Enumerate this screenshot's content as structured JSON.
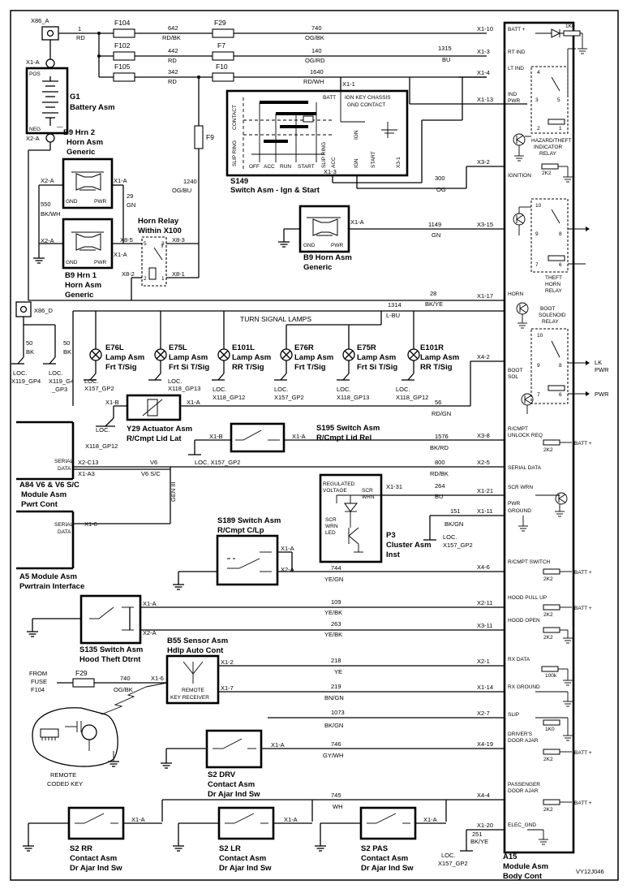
{
  "frame": {
    "code": "VY12J046"
  },
  "battery": {
    "connector": "X86_A",
    "pin_pos": "X1-A",
    "pin_neg": "X2-A",
    "pos": "POS",
    "neg": "NEG",
    "ref": "G1",
    "name": "Battery Asm"
  },
  "fuses": {
    "f104": "F104",
    "f102": "F102",
    "f105": "F105",
    "f29": "F29",
    "f7": "F7",
    "f10": "F10",
    "f9": "F9"
  },
  "wires": [
    {
      "num": "1",
      "color": "RD"
    },
    {
      "num": "642",
      "color": "RD/BK"
    },
    {
      "num": "740",
      "color": "OG/BK"
    },
    {
      "num": "442",
      "color": "RD"
    },
    {
      "num": "140",
      "color": "OG/RD"
    },
    {
      "num": "342",
      "color": "RD"
    },
    {
      "num": "1640",
      "color": "RD/WH"
    },
    {
      "num": "1315",
      "color": "BU"
    },
    {
      "num": "1240",
      "color": "OG/BU"
    },
    {
      "num": "29",
      "color": "GN"
    },
    {
      "num": "550",
      "color": "BK/WH"
    },
    {
      "num": "300",
      "color": "OG"
    },
    {
      "num": "1149",
      "color": "GN"
    },
    {
      "num": "28",
      "color": "BK/YE"
    },
    {
      "num": "1314",
      "color": "L-BU"
    },
    {
      "num": "56",
      "color": "RD/GN"
    },
    {
      "num": "1576",
      "color": "BK/RD"
    },
    {
      "num": "800",
      "color": "RD/BK"
    },
    {
      "num": "264",
      "color": "BU"
    },
    {
      "num": "151",
      "color": "BK/GN"
    },
    {
      "num": "744",
      "color": "YE/GN"
    },
    {
      "num": "109",
      "color": "YE/BK"
    },
    {
      "num": "263",
      "color": "YE/BK"
    },
    {
      "num": "218",
      "color": "YE"
    },
    {
      "num": "219",
      "color": "BN/GN"
    },
    {
      "num": "1073",
      "color": "BK/GN"
    },
    {
      "num": "746",
      "color": "GY/WH"
    },
    {
      "num": "745",
      "color": "WH"
    },
    {
      "num": "251",
      "color": "BK/YE"
    },
    {
      "num": "50",
      "color": "BK"
    }
  ],
  "horn2": {
    "ref": "B9 Hrn 2",
    "name": "Horn Asm",
    "sub": "Generic",
    "gnd": "GND",
    "pwr": "PWR",
    "pin_a": "X1-A",
    "pin_b": "X2-A"
  },
  "horn1": {
    "ref": "B9 Hrn 1",
    "name": "Horn Asm",
    "sub": "Generic",
    "gnd": "GND",
    "pwr": "PWR",
    "pin_a": "X1-A",
    "pin_b": "X2-A"
  },
  "horn3": {
    "ref": "B9 Horn Asm",
    "sub": "Generic",
    "gnd": "GND",
    "pwr": "PWR",
    "pin": "X1-A"
  },
  "horn_relay": {
    "title": "Horn Relay",
    "sub": "Within X100",
    "p85": "X8-5",
    "p83": "X8-3",
    "p81": "X8-1",
    "p82": "X8-2",
    "n5": "5",
    "n3": "3",
    "n2": "2",
    "n1": "1"
  },
  "ign_switch": {
    "ref": "S149",
    "name": "Switch Asm - Ign & Start",
    "pin1": "X1-1",
    "pin3": "X1-3",
    "batt": "BATT",
    "contact": "CONTACT",
    "slip_ring": "SLIP RING",
    "off": "OFF",
    "acc": "ACC",
    "run": "RUN",
    "start": "START",
    "slip_ring2": "SLIP RING",
    "acc2": "ACC",
    "ign": "IGN",
    "start2": "START",
    "x31": "X3-1",
    "chassis": "IGN KEY CHASSIS",
    "gnd_contact": "GND CONTACT",
    "ign_v": "IGN"
  },
  "bcm": {
    "ref": "A15",
    "name": "Module Asm",
    "sub": "Body Cont",
    "pins": [
      "X1-10",
      "X1-3",
      "X1-4",
      "X1-13",
      "X3-2",
      "X3-15",
      "X1-17",
      "X4-2",
      "X3-8",
      "X2-5",
      "X1-21",
      "X1-11",
      "X4-6",
      "X2-11",
      "X3-11",
      "X2-1",
      "X1-14",
      "X2-7",
      "X4-19",
      "X4-4",
      "X1-20"
    ],
    "labels": {
      "batt": "BATT +",
      "k1": "1K0",
      "rt_ind": "RT IND",
      "lt_ind": "LT IND",
      "ind": "IND",
      "pwr": "PWR",
      "ignition": "IGNITION",
      "k2": "2K2",
      "horn": "HORN",
      "boot": "BOOT",
      "sol": "SOL",
      "lk": "LK",
      "pwr2": "PWR",
      "pwr3": "PWR",
      "rcmpt": "R/CMPT",
      "unlock": "UNLOCK REQ",
      "serial": "SERIAL DATA",
      "scr": "SCR WRN",
      "pwr_ground": "PWR",
      "ground": "GROUND",
      "rcmpt_sw": "R/CMPT SWITCH",
      "hood_pull": "HOOD PULL UP",
      "hood_open": "HOOD OPEN",
      "rx_data": "RX DATA",
      "k100": "100k",
      "rx_ground": "RX GROUND",
      "slip": "SLIP",
      "k1b": "1K0",
      "drivers": "DRIVER'S",
      "door_ajar": "DOOR AJAR",
      "passenger": "PASSENGER",
      "door_ajar2": "DOOR AJAR",
      "elec": "ELEC_GND",
      "battp": "BATT +"
    },
    "relay1": {
      "l1": "HAZARD/THEFT",
      "l2": "INDICATOR",
      "l3": "RELAY",
      "n4": "4",
      "n3": "3",
      "n5": "5",
      "n2": "2",
      "n1": "1"
    },
    "relay2": {
      "l1": "THEFT",
      "l2": "HORN",
      "l3": "RELAY",
      "n10": "10",
      "n9": "9",
      "n8": "8",
      "n7": "7",
      "n6": "6"
    },
    "relay3": {
      "l1": "BOOT",
      "l2": "SOLENOID",
      "l3": "RELAY",
      "n10": "10",
      "n9": "9",
      "n8": "8",
      "n7": "7",
      "n6": "6"
    }
  },
  "turn": {
    "title": "TURN SIGNAL LAMPS"
  },
  "lamps": [
    {
      "ref": "E76L",
      "name": "Lamp Asm",
      "sub": "Frt T/Sig",
      "loc": "LOC.",
      "gp": "X157_GP2"
    },
    {
      "ref": "E75L",
      "name": "Lamp Asm",
      "sub": "Frt Si T/Sig",
      "loc": "LOC.",
      "gp": "X118_GP13"
    },
    {
      "ref": "E101L",
      "name": "Lamp Asm",
      "sub": "RR T/Sig",
      "loc": "LOC.",
      "gp": "X118_GP12"
    },
    {
      "ref": "E76R",
      "name": "Lamp Asm",
      "sub": "Frt T/Sig",
      "loc": "LOC.",
      "gp": "X157_GP2"
    },
    {
      "ref": "E75R",
      "name": "Lamp Asm",
      "sub": "Frt Si T/Sig",
      "loc": "LOC.",
      "gp": "X118_GP13"
    },
    {
      "ref": "E101R",
      "name": "Lamp Asm",
      "sub": "RR T/Sig",
      "loc": "LOC.",
      "gp": "X118_GP12"
    }
  ],
  "x86d": {
    "label": "X86_D",
    "loc": "LOC.",
    "gp1": "X119_GP4",
    "gp2": "X119_G4",
    "gp3": "_GP3"
  },
  "actuator": {
    "ref": "Y29 Actuator Asm",
    "sub": "R/Cmpt Lid Lat",
    "p1": "X1-B",
    "p2": "X1-A",
    "loc": "LOC.",
    "gp": "X118_GP12"
  },
  "s195": {
    "ref": "S195 Switch Asm",
    "sub": "R/Cmpt Lid Rel",
    "p1": "X1-B",
    "p2": "X1-A",
    "loc": "LOC. X157_GP2"
  },
  "a84": {
    "ref": "A84 V6 & V6 S/C",
    "name": "Module Asm",
    "sub": "Pwrt Cont",
    "serial": "SERIAL",
    "data": "DATA",
    "p1": "X2-C13",
    "p2": "X1-A3",
    "v6": "V6",
    "v6sc": "V6 S/C",
    "gen": "GEN III"
  },
  "a5": {
    "ref": "A5 Module Asm",
    "sub": "Pwrtrain Interface",
    "serial": "SERIAL",
    "data": "DATA",
    "pin": "X1-6"
  },
  "cluster": {
    "ref": "P3",
    "name": "Cluster Asm",
    "sub": "Inst",
    "reg": "REGULATED",
    "volt": "VOLTAGE",
    "scr": "SCR",
    "wrn": "WRN",
    "led1": "SCR",
    "led2": "WRN",
    "led3": "LED",
    "pin": "X1-31",
    "loc": "LOC.",
    "gp": "X157_GP2"
  },
  "s189": {
    "ref": "S189 Switch Asm",
    "sub": "R/Cmpt C/Lp",
    "p1": "X1-A",
    "p2": "X2-A"
  },
  "s135": {
    "ref": "S135 Switch Asm",
    "sub": "Hood Theft Dtrnt",
    "p1": "X1-A",
    "p2": "X2-A"
  },
  "b55": {
    "ref": "B55 Sensor Asm",
    "sub": "Hdlp Auto Cont",
    "p2": "X1-2",
    "p7": "X1-7",
    "p6": "X1-6",
    "r1": "REMOTE",
    "r2": "KEY RECEIVER"
  },
  "from_fuse": {
    "l1": "FROM",
    "l2": "FUSE",
    "l3": "F104",
    "fuse": "F29"
  },
  "remote_key": {
    "l1": "REMOTE",
    "l2": "CODED KEY"
  },
  "s2drv": {
    "ref": "S2 DRV",
    "name": "Contact Asm",
    "sub": "Dr Ajar Ind Sw",
    "pin": "X1-A"
  },
  "s2rr": {
    "ref": "S2 RR",
    "name": "Contact Asm",
    "sub": "Dr Ajar Ind Sw",
    "pin": "X1-A"
  },
  "s2lr": {
    "ref": "S2 LR",
    "name": "Contact Asm",
    "sub": "Dr Ajar Ind Sw",
    "pin": "X1-A"
  },
  "s2pas": {
    "ref": "S2 PAS",
    "name": "Contact Asm",
    "sub": "Dr Ajar Ind Sw",
    "pin": "X1-A"
  },
  "loc_bottom": {
    "loc": "LOC.",
    "gp": "X157_GP2"
  }
}
